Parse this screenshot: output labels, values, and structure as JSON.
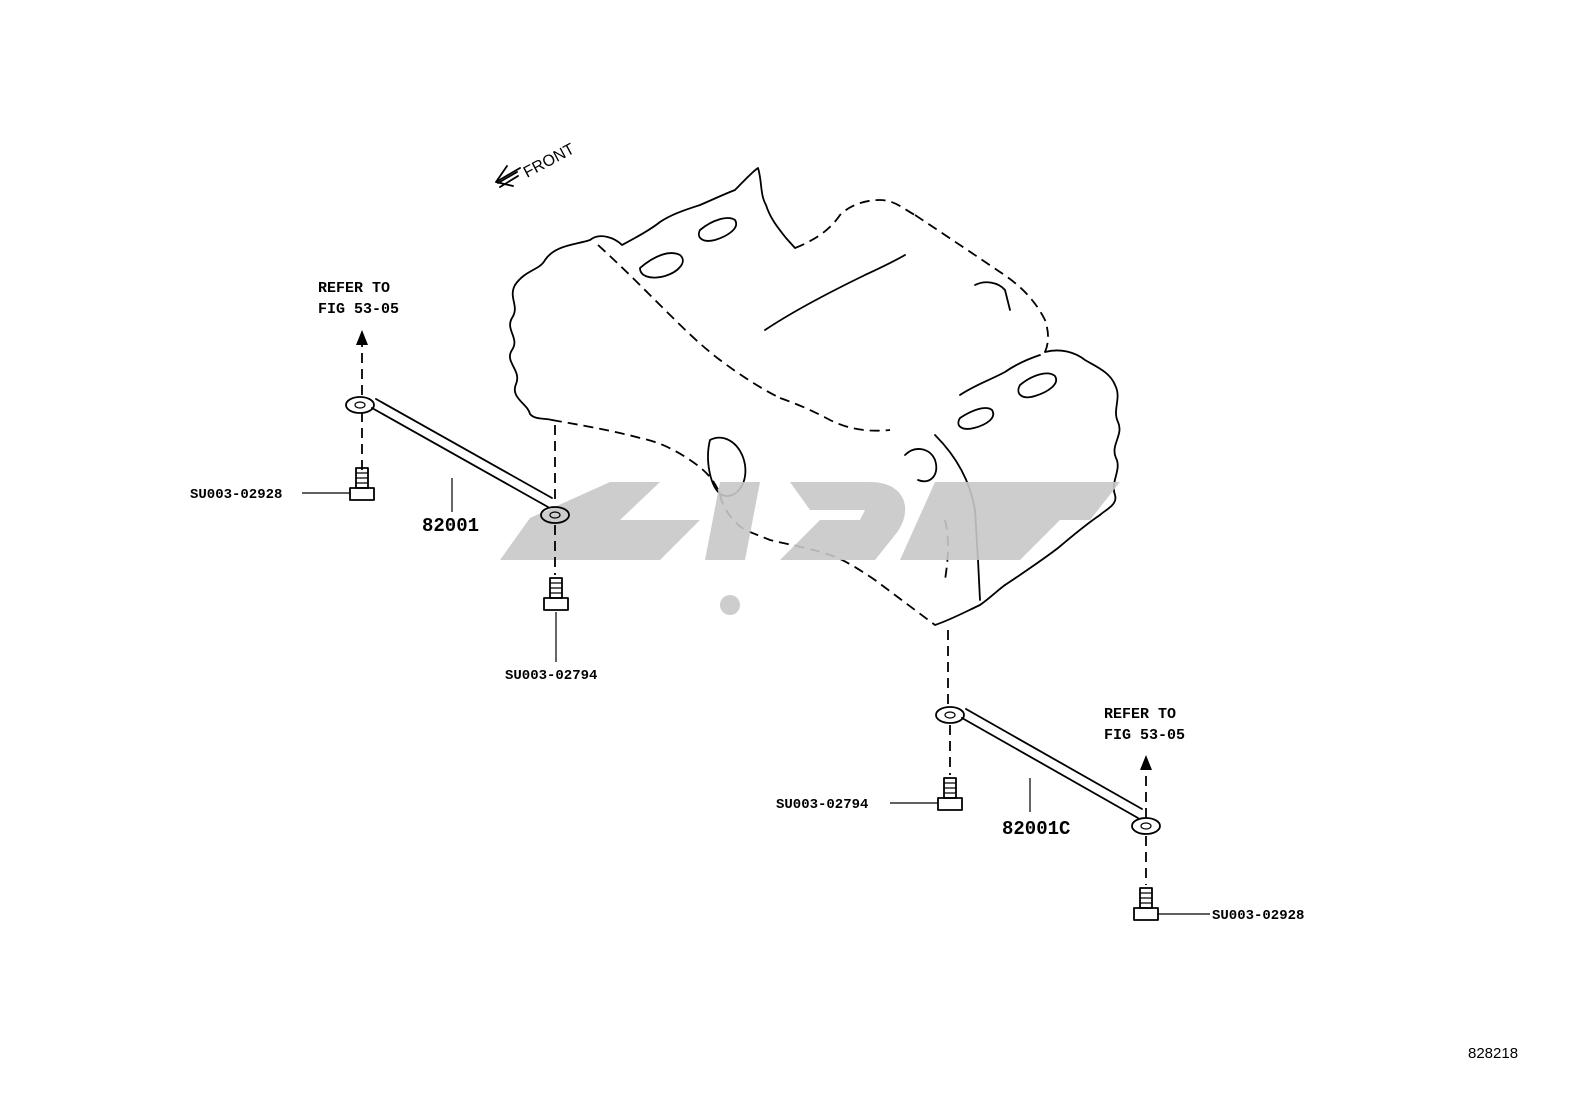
{
  "front_label": "FRONT",
  "refer_left": {
    "line1": "REFER TO",
    "line2": "FIG 53-05"
  },
  "refer_right": {
    "line1": "REFER TO",
    "line2": "FIG 53-05"
  },
  "parts": {
    "left_upper_bolt": "SU003-02928",
    "left_rod": "82001",
    "left_lower_bolt": "SU003-02794",
    "right_upper_bolt": "SU003-02794",
    "right_rod": "82001C",
    "right_lower_bolt": "SU003-02928"
  },
  "figure_number": "828218",
  "colors": {
    "line": "#000000",
    "watermark": "#c8c8c8"
  }
}
